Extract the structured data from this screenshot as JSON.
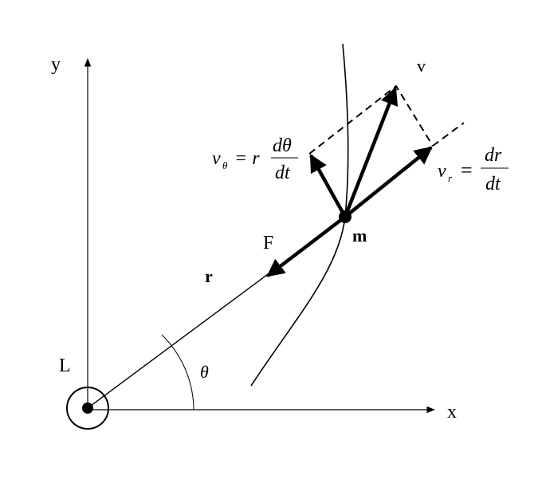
{
  "labels": {
    "y_axis": "y",
    "x_axis": "x",
    "velocity": "v",
    "mass": "m",
    "force": "F",
    "radius": "r",
    "angular_momentum": "L",
    "angle": "θ"
  },
  "v_theta_formula": {
    "lhs": "v",
    "lhs_sub": "θ",
    "equals": "= r",
    "numerator": "dθ",
    "denominator": "dt"
  },
  "v_r_formula": {
    "lhs": "v",
    "lhs_sub": "r",
    "equals": "=",
    "numerator": "dr",
    "denominator": "dt"
  }
}
